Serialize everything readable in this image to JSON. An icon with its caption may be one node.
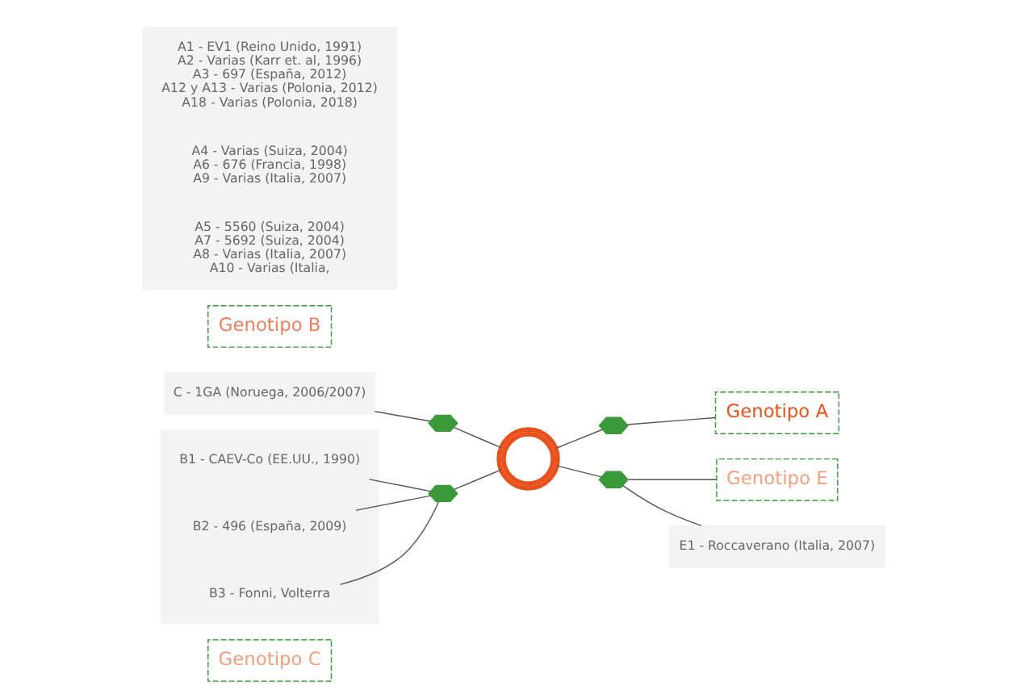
{
  "diagram": {
    "nodes": [
      {
        "text": [
          "Genotipo C"
        ]
      },
      {
        "text": [
          "C - 1GA (Noruega, 2006/2007)"
        ]
      },
      {
        "text": [
          "Genotipo B"
        ]
      },
      {
        "text": [],
        "shape": "box"
      },
      {
        "text": [
          "B1 - CAEV-Co (EE.UU., 1990)"
        ],
        "in": 3
      },
      {
        "text": [
          "B2 - 496 (España, 2009)"
        ],
        "in": 3
      },
      {
        "text": [
          "B3 - Fonni, Volterra"
        ],
        "in": 3
      },
      {
        "text": [],
        "shape": "box"
      },
      {
        "text": [
          "A1 - EV1 (Reino Unido, 1991)",
          "A2 - Varias (Karr et. al, 1996)",
          "A3 - 697 (España, 2012)",
          "A12 y A13 - Varias (Polonia, 2012)",
          "A18 - Varias (Polonia, 2018)"
        ],
        "in": 7
      },
      {
        "text": [
          "A4 - Varias (Suiza, 2004)",
          "A6 - 676 (Francia, 1998)",
          "A9 - Varias (Italia, 2007)"
        ],
        "in": 7
      },
      {
        "text": [
          "A5 - 5560 (Suiza, 2004)",
          "A7 - 5692 (Suiza, 2004)",
          "A8 - Varias (Italia, 2007)",
          "A10 - Varias (Italia,"
        ],
        "in": 7
      },
      {
        "text": [],
        "shape": "picture"
      },
      {
        "text": [],
        "shape": "picture"
      },
      {
        "text": [],
        "shape": "picture"
      },
      {
        "text": [],
        "shape": "picture"
      },
      {
        "text": [
          "Genotipo A"
        ]
      },
      {
        "text": [
          "Genotipo E"
        ]
      },
      {
        "text": [],
        "shape": "picture"
      },
      {
        "text": [
          "E1 - Roccaverano (Italia, 2007)"
        ]
      }
    ],
    "edges": [
      {
        "from": 1,
        "to": 11,
        "arrow": "none"
      },
      {
        "from": 11,
        "to": 14,
        "arrow": "none"
      },
      {
        "from": 4,
        "to": 12,
        "arrow": "none"
      },
      {
        "from": 5,
        "to": 12,
        "arrow": "none"
      },
      {
        "from": 6,
        "to": 12,
        "arrow": "none"
      },
      {
        "from": 12,
        "to": 14,
        "arrow": "none"
      },
      {
        "from": 14,
        "to": 13,
        "arrow": "none"
      },
      {
        "from": 13,
        "to": 15,
        "arrow": "none"
      },
      {
        "from": 14,
        "to": 17,
        "arrow": "none"
      },
      {
        "from": 17,
        "to": 16,
        "arrow": "none"
      },
      {
        "from": 17,
        "to": 18,
        "arrow": "none"
      }
    ]
  }
}
